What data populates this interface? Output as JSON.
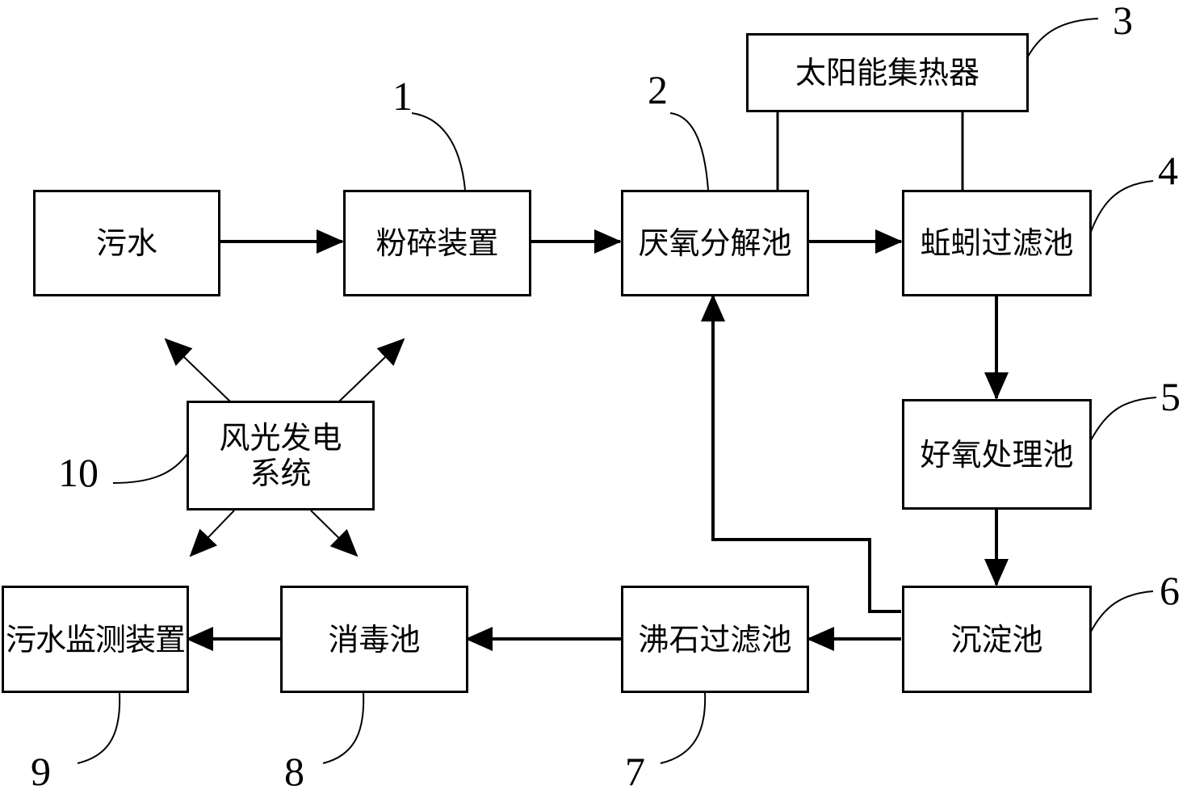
{
  "nodes": {
    "sewage": {
      "label": "污水"
    },
    "crusher": {
      "label": "粉碎装置",
      "number": "1"
    },
    "anaerobic": {
      "label": "厌氧分解池",
      "number": "2"
    },
    "solar": {
      "label": "太阳能集热器",
      "number": "3"
    },
    "earthworm": {
      "label": "蚯蚓过滤池",
      "number": "4"
    },
    "aerobic": {
      "label": "好氧处理池",
      "number": "5"
    },
    "sedimentation": {
      "label": "沉淀池",
      "number": "6"
    },
    "zeolite": {
      "label": "沸石过滤池",
      "number": "7"
    },
    "disinfection": {
      "label": "消毒池",
      "number": "8"
    },
    "monitor": {
      "label": "污水监测装置",
      "number": "9"
    },
    "power": {
      "label_line1": "风光发电",
      "label_line2": "系统",
      "number": "10"
    }
  }
}
